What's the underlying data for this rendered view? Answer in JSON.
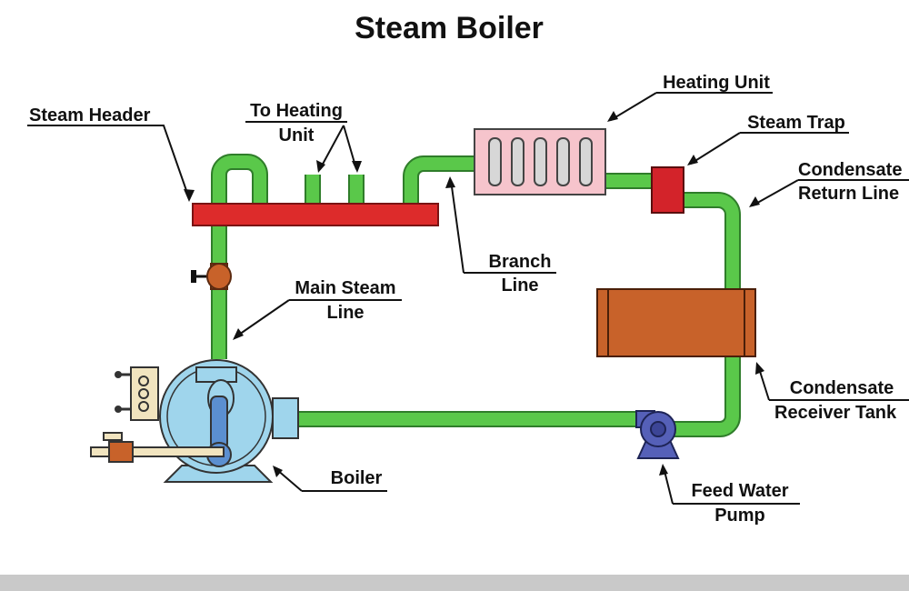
{
  "title": "Steam Boiler",
  "labels": {
    "steam_header": "Steam Header",
    "to_heating_unit_1": "To Heating",
    "to_heating_unit_2": "Unit",
    "heating_unit": "Heating Unit",
    "steam_trap": "Steam Trap",
    "condensate_return_1": "Condensate",
    "condensate_return_2": "Return Line",
    "branch_line_1": "Branch",
    "branch_line_2": "Line",
    "main_steam_line_1": "Main Steam",
    "main_steam_line_2": "Line",
    "condensate_receiver_1": "Condensate",
    "condensate_receiver_2": "Receiver Tank",
    "boiler": "Boiler",
    "feed_water_pump_1": "Feed Water",
    "feed_water_pump_2": "Pump"
  },
  "colors": {
    "pipe": "#5ac84a",
    "pipe_edge": "#2f7d2a",
    "header": "#dd2b2b",
    "heater": "#f6c4cc",
    "trap": "#d3232a",
    "tank": "#c8622a",
    "boiler": "#9fd5ec",
    "pump": "#5560b8"
  }
}
